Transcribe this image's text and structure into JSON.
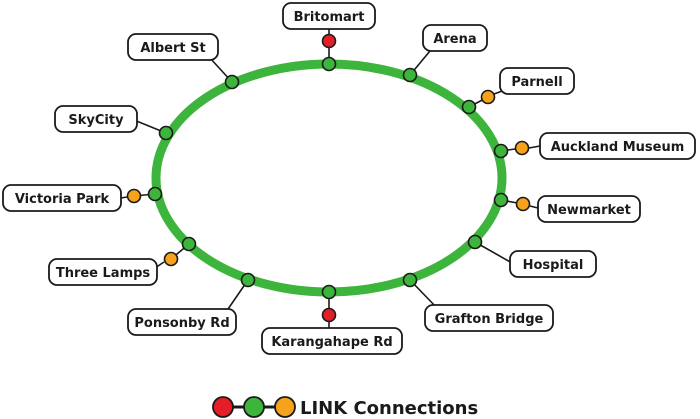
{
  "colors": {
    "line": "#3db53d",
    "green_stop": "#3db53d",
    "red_stop": "#e41e26",
    "orange_stop": "#f7a21b",
    "outline": "#1a1a1a",
    "label_bg": "#ffffff"
  },
  "stops": [
    {
      "name": "britomart",
      "label": "Britomart",
      "connection": "red"
    },
    {
      "name": "arena",
      "label": "Arena",
      "connection": "none"
    },
    {
      "name": "parnell",
      "label": "Parnell",
      "connection": "orange"
    },
    {
      "name": "auckland-museum",
      "label": "Auckland Museum",
      "connection": "orange"
    },
    {
      "name": "newmarket",
      "label": "Newmarket",
      "connection": "orange"
    },
    {
      "name": "hospital",
      "label": "Hospital",
      "connection": "none"
    },
    {
      "name": "grafton-bridge",
      "label": "Grafton Bridge",
      "connection": "none"
    },
    {
      "name": "karangahape-rd",
      "label": "Karangahape Rd",
      "connection": "red"
    },
    {
      "name": "ponsonby-rd",
      "label": "Ponsonby Rd",
      "connection": "none"
    },
    {
      "name": "three-lamps",
      "label": "Three Lamps",
      "connection": "orange"
    },
    {
      "name": "victoria-park",
      "label": "Victoria Park",
      "connection": "orange"
    },
    {
      "name": "skycity",
      "label": "SkyCity",
      "connection": "none"
    },
    {
      "name": "albert-st",
      "label": "Albert St",
      "connection": "none"
    }
  ],
  "legend": {
    "label": "LINK Connections",
    "dots": [
      "red",
      "green",
      "orange"
    ]
  }
}
